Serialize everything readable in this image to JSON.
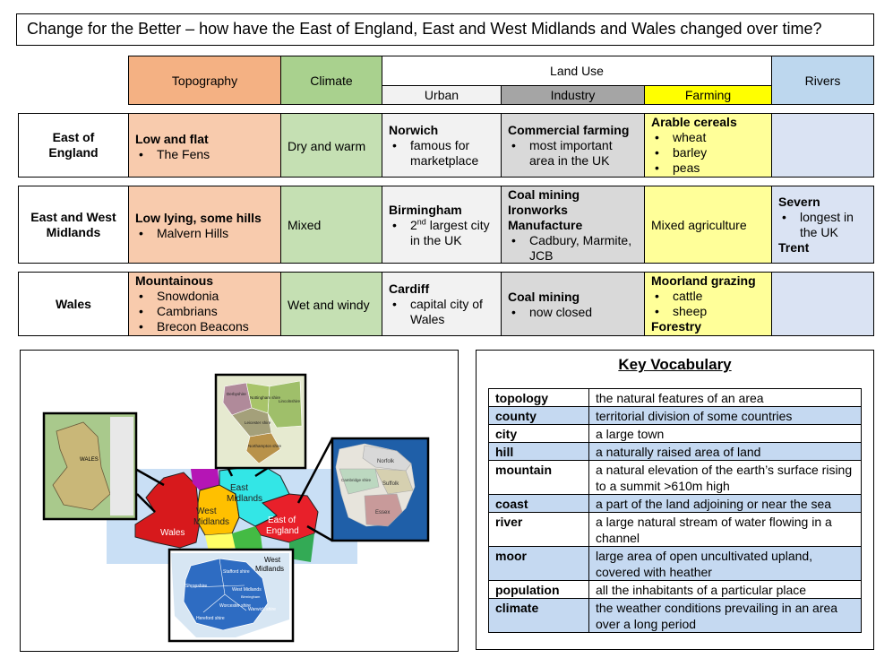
{
  "title": "Change for the Better – how have the East of England, East and West Midlands and Wales changed over time?",
  "headers": {
    "topography": "Topography",
    "climate": "Climate",
    "land_use": "Land Use",
    "urban": "Urban",
    "industry": "Industry",
    "farming": "Farming",
    "rivers": "Rivers"
  },
  "rows": {
    "east": {
      "label": "East of England",
      "topography": {
        "head": "Low and flat",
        "items": [
          "The Fens"
        ]
      },
      "climate": "Dry and warm",
      "urban": {
        "head": "Norwich",
        "items": [
          "famous for marketplace"
        ]
      },
      "industry": {
        "head": "Commercial farming",
        "items": [
          "most important area in the UK"
        ]
      },
      "farming": {
        "head": "Arable cereals",
        "items": [
          "wheat",
          "barley",
          "peas"
        ]
      },
      "rivers": ""
    },
    "midlands": {
      "label": "East and West Midlands",
      "topography": {
        "head": "Low lying, some hills",
        "items": [
          "Malvern Hills"
        ]
      },
      "climate": "Mixed",
      "urban": {
        "head": "Birmingham",
        "item_sup": "nd",
        "item_num": "2",
        "item_rest": " largest city in the UK"
      },
      "industry": {
        "lines": [
          "Coal mining",
          "Ironworks",
          "Manufacture"
        ],
        "items": [
          "Cadbury, Marmite, JCB"
        ]
      },
      "farming": "Mixed agriculture",
      "rivers": {
        "head": "Severn",
        "items": [
          "longest in the UK"
        ],
        "tail": "Trent"
      }
    },
    "wales": {
      "label": "Wales",
      "topography": {
        "head": "Mountainous",
        "items": [
          "Snowdonia",
          "Cambrians",
          "Brecon Beacons"
        ]
      },
      "climate": "Wet and windy",
      "urban": {
        "head": "Cardiff",
        "items": [
          "capital city of Wales"
        ]
      },
      "industry": {
        "head": "Coal mining",
        "items": [
          "now closed"
        ]
      },
      "farming": {
        "head": "Moorland grazing",
        "items": [
          "cattle",
          "sheep"
        ],
        "tail": "Forestry"
      },
      "rivers": ""
    }
  },
  "map": {
    "wales": "Wales",
    "west_midlands": "West Midlands",
    "east_midlands": "East Midlands",
    "east_of_england": "East of England",
    "inset_wales": "WALES",
    "inset_wm": "West Midlands",
    "shropshire": "Shropshire",
    "stafford": "Stafford shire",
    "west_mids": "West Midlands",
    "worcester": "Worcester shire",
    "warwick": "Warwick shire",
    "hereford": "Hereford shire",
    "birmingham": "Birmingham",
    "norfolk": "Norfolk",
    "suffolk": "Suffolk",
    "cambridge": "Cambridge shire",
    "essex": "Essex",
    "derbyshire": "Derbyshire",
    "nottingham": "Nottingham shire",
    "lincolnshire": "Lincolnshire",
    "leicestershire": "Leicester shire",
    "northampton": "Northampton shire"
  },
  "vocab": {
    "title": "Key Vocabulary",
    "terms": [
      {
        "term": "topology",
        "def": "the natural features of an area"
      },
      {
        "term": "county",
        "def": "territorial division of some countries"
      },
      {
        "term": "city",
        "def": "a large town"
      },
      {
        "term": "hill",
        "def": "a naturally raised area of land"
      },
      {
        "term": "mountain",
        "def": "a natural elevation of the earth’s surface rising to a summit >610m high"
      },
      {
        "term": "coast",
        "def": "a part of the land adjoining or near the sea"
      },
      {
        "term": "river",
        "def": "a large natural stream of water flowing in a channel"
      },
      {
        "term": "moor",
        "def": "large area of open uncultivated upland, covered with heather"
      },
      {
        "term": "population",
        "def": "all the inhabitants of a particular place"
      },
      {
        "term": "climate",
        "def": "the weather conditions prevailing in an area over a long period"
      }
    ]
  },
  "colors": {
    "topography": "#f4b183",
    "climate": "#a9d18e",
    "industry_hdr": "#a5a5a5",
    "farming_hdr": "#ffff00",
    "rivers_hdr": "#bdd7ee",
    "wales": "#d7191c",
    "west_midlands": "#ffc000",
    "east_midlands": "#33e6e6",
    "east_of_england": "#e8202a",
    "inset_wm": "#2e6cc2"
  }
}
